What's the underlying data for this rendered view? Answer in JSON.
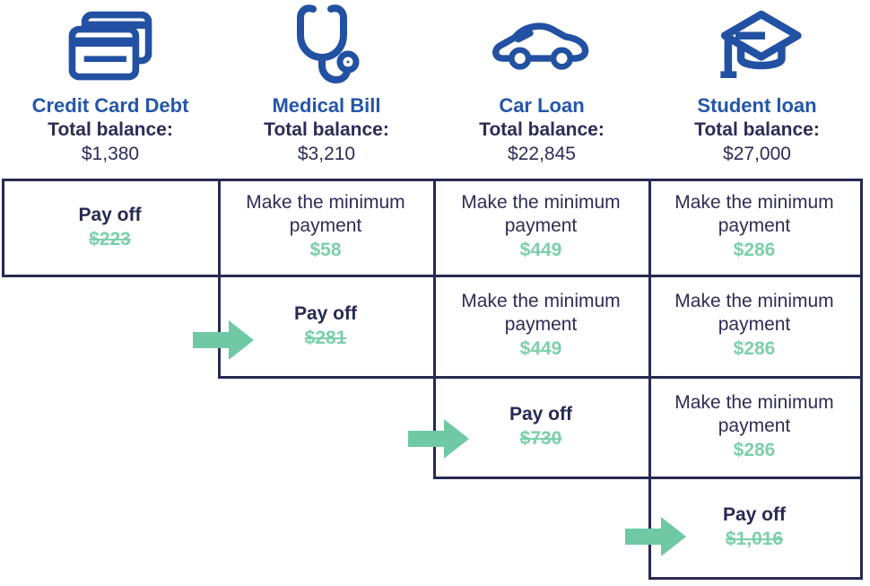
{
  "colors": {
    "title_blue": "#2456a8",
    "icon_blue": "#2251a3",
    "navy_text": "#2b2d55",
    "border_navy": "#272a52",
    "amount_green": "#7ccfab",
    "arrow_green": "#6fc9a5"
  },
  "debts": [
    {
      "name": "Credit Card Debt",
      "icon": "credit-card-icon",
      "balance_label": "Total balance:",
      "balance": "$1,380"
    },
    {
      "name": "Medical Bill",
      "icon": "stethoscope-icon",
      "balance_label": "Total balance:",
      "balance": "$3,210"
    },
    {
      "name": "Car Loan",
      "icon": "car-icon",
      "balance_label": "Total balance:",
      "balance": "$22,845"
    },
    {
      "name": "Student loan",
      "icon": "graduation-cap-icon",
      "balance_label": "Total balance:",
      "balance": "$27,000"
    }
  ],
  "grid": {
    "r1c1": {
      "label": "Pay off",
      "amount": "$223",
      "strikethrough": true
    },
    "r1c2": {
      "label": "Make the minimum payment",
      "amount": "$58"
    },
    "r1c3": {
      "label": "Make the minimum payment",
      "amount": "$449"
    },
    "r1c4": {
      "label": "Make the minimum payment",
      "amount": "$286"
    },
    "r2c2": {
      "label": "Pay off",
      "amount": "$281",
      "strikethrough": true
    },
    "r2c3": {
      "label": "Make the minimum payment",
      "amount": "$449"
    },
    "r2c4": {
      "label": "Make the minimum payment",
      "amount": "$286"
    },
    "r3c3": {
      "label": "Pay off",
      "amount": "$730",
      "strikethrough": true
    },
    "r3c4": {
      "label": "Make the minimum payment",
      "amount": "$286"
    },
    "r4c4": {
      "label": "Pay off",
      "amount": "$1,016",
      "strikethrough": true
    }
  },
  "chart_data": {
    "type": "table",
    "title": "Debt snowball payoff order",
    "columns": [
      "Credit Card Debt",
      "Medical Bill",
      "Car Loan",
      "Student loan"
    ],
    "balances": [
      1380,
      3210,
      22845,
      27000
    ],
    "rows": [
      [
        "Pay off $223",
        "Make the minimum payment $58",
        "Make the minimum payment $449",
        "Make the minimum payment $286"
      ],
      [
        "",
        "Pay off $281",
        "Make the minimum payment $449",
        "Make the minimum payment $286"
      ],
      [
        "",
        "",
        "Pay off $730",
        "Make the minimum payment $286"
      ],
      [
        "",
        "",
        "",
        "Pay off $1,016"
      ]
    ]
  }
}
